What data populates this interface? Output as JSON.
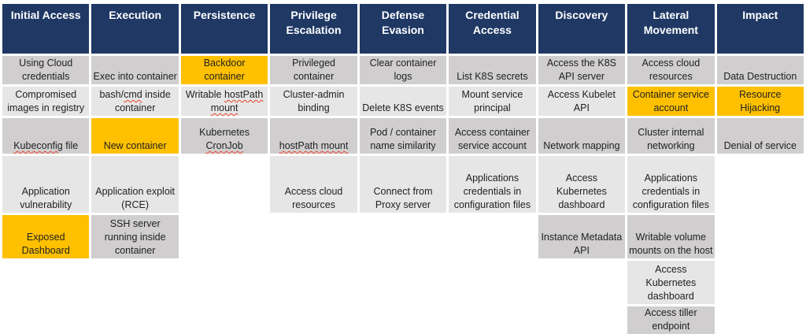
{
  "matrix": {
    "colors": {
      "header_bg": "#1F3864",
      "header_text": "#FFFFFF",
      "body_text": "#212121",
      "gray_dark": "#D0CECE",
      "gray_light": "#E7E6E6",
      "highlight_orange": "#FFC000",
      "squiggle_red": "#E8402A"
    },
    "columns": [
      {
        "title": "Initial Access",
        "techniques": [
          {
            "label": "Using Cloud credentials",
            "highlight": false
          },
          {
            "label": "Compromised images in registry",
            "highlight": false
          },
          {
            "label": "Kubeconfig file",
            "highlight": false,
            "squiggle": "Kubeconfig"
          },
          {
            "label": "Application vulnerability",
            "highlight": false
          },
          {
            "label": "Exposed Dashboard",
            "highlight": true
          }
        ]
      },
      {
        "title": "Execution",
        "techniques": [
          {
            "label": "Exec into container",
            "highlight": false
          },
          {
            "label": "bash/cmd inside container",
            "highlight": false,
            "squiggle": "cmd"
          },
          {
            "label": "New container",
            "highlight": true
          },
          {
            "label": "Application exploit (RCE)",
            "highlight": false
          },
          {
            "label": "SSH server running inside container",
            "highlight": false
          }
        ]
      },
      {
        "title": "Persistence",
        "techniques": [
          {
            "label": "Backdoor container",
            "highlight": true
          },
          {
            "label": "Writable hostPath mount",
            "highlight": false,
            "squiggle": "hostPath mount"
          },
          {
            "label": "Kubernetes CronJob",
            "highlight": false,
            "squiggle": "CronJob"
          }
        ]
      },
      {
        "title": "Privilege Escalation",
        "techniques": [
          {
            "label": "Privileged container",
            "highlight": false
          },
          {
            "label": "Cluster-admin binding",
            "highlight": false
          },
          {
            "label": "hostPath mount",
            "highlight": false,
            "squiggle": "hostPath mount"
          },
          {
            "label": "Access cloud resources",
            "highlight": false
          }
        ]
      },
      {
        "title": "Defense Evasion",
        "techniques": [
          {
            "label": "Clear container logs",
            "highlight": false
          },
          {
            "label": "Delete K8S events",
            "highlight": false
          },
          {
            "label": "Pod / container name similarity",
            "highlight": false
          },
          {
            "label": "Connect from Proxy server",
            "highlight": false
          }
        ]
      },
      {
        "title": "Credential Access",
        "techniques": [
          {
            "label": "List K8S secrets",
            "highlight": false
          },
          {
            "label": "Mount service principal",
            "highlight": false
          },
          {
            "label": "Access container service account",
            "highlight": false
          },
          {
            "label": "Applications credentials in configuration files",
            "highlight": false
          }
        ]
      },
      {
        "title": "Discovery",
        "techniques": [
          {
            "label": "Access the K8S API server",
            "highlight": false
          },
          {
            "label": "Access Kubelet API",
            "highlight": false
          },
          {
            "label": "Network mapping",
            "highlight": false
          },
          {
            "label": "Access Kubernetes dashboard",
            "highlight": false
          },
          {
            "label": "Instance Metadata API",
            "highlight": false
          }
        ]
      },
      {
        "title": "Lateral Movement",
        "techniques": [
          {
            "label": "Access cloud resources",
            "highlight": false
          },
          {
            "label": "Container service account",
            "highlight": true
          },
          {
            "label": "Cluster internal networking",
            "highlight": false
          },
          {
            "label": "Applications credentials in configuration files",
            "highlight": false
          },
          {
            "label": "Writable volume mounts on the host",
            "highlight": false
          },
          {
            "label": "Access Kubernetes dashboard",
            "highlight": false
          },
          {
            "label": "Access tiller endpoint",
            "highlight": false
          }
        ]
      },
      {
        "title": "Impact",
        "techniques": [
          {
            "label": "Data Destruction",
            "highlight": false
          },
          {
            "label": "Resource Hijacking",
            "highlight": true
          },
          {
            "label": "Denial of service",
            "highlight": false
          }
        ]
      }
    ]
  }
}
